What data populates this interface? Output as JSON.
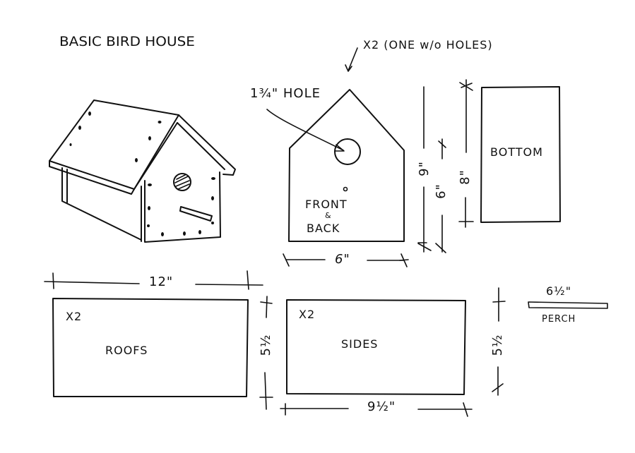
{
  "title": "BASIC BIRD HOUSE",
  "colors": {
    "ink": "#111111",
    "paper": "#ffffff"
  },
  "isometric_sketch": {
    "label": "",
    "features": [
      "gable roof",
      "entrance hole",
      "perch",
      "nail holes"
    ]
  },
  "front_back": {
    "callout_quantity": "X2 (ONE w/o HOLES)",
    "hole_callout": "1¾\" HOLE",
    "label_line1": "FRONT",
    "label_amp": "&",
    "label_line2": "BACK",
    "width_dim": "6\"",
    "total_height_dim": "9\"",
    "wall_height_dim": "6\""
  },
  "bottom": {
    "label": "BOTTOM",
    "height_dim": "8\""
  },
  "roofs": {
    "quantity": "X2",
    "label": "ROOFS",
    "width_dim": "12\"",
    "height_dim": "5½"
  },
  "sides": {
    "quantity": "X2",
    "label": "SIDES",
    "width_dim": "9½\"",
    "height_dim": "5½"
  },
  "perch": {
    "label": "PERCH",
    "length_dim": "6½\""
  }
}
